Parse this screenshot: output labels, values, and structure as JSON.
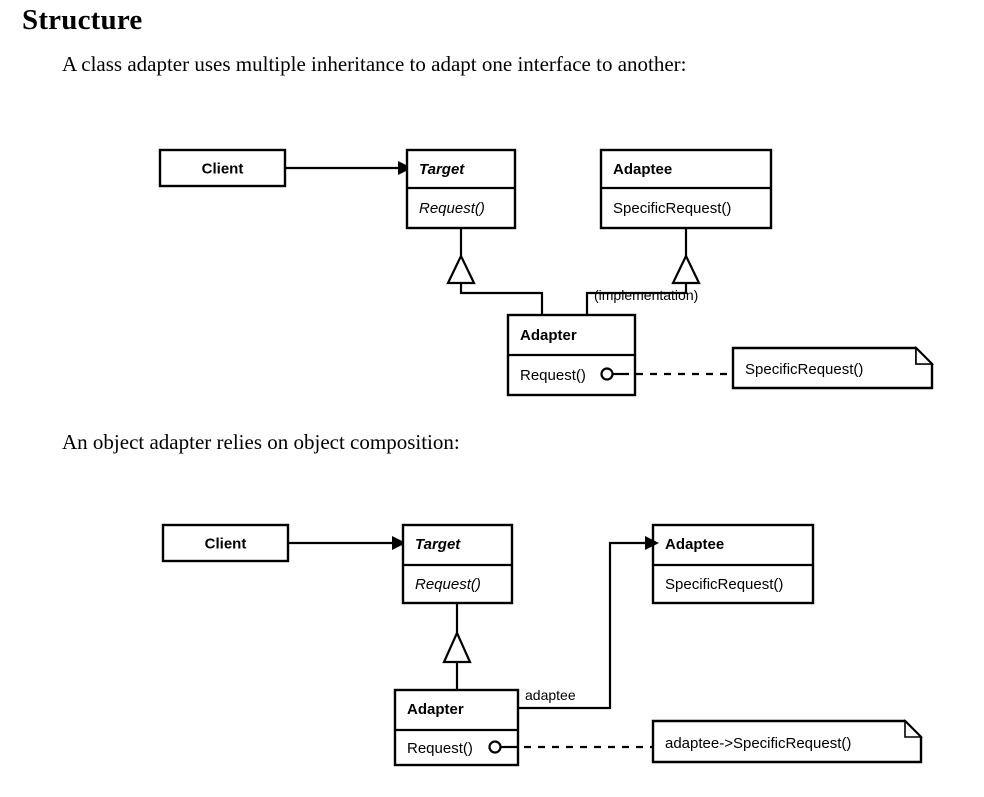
{
  "page": {
    "heading": "Structure",
    "paragraph_class_adapter": "A class adapter uses multiple inheritance to adapt one interface to another:",
    "paragraph_object_adapter": "An object adapter relies on object composition:"
  },
  "diagrams": [
    {
      "id": "class-adapter",
      "caption": "A class adapter uses multiple inheritance to adapt one interface to another:",
      "classes": [
        {
          "id": "client",
          "name": "Client",
          "abstract": false,
          "operations": []
        },
        {
          "id": "target",
          "name": "Target",
          "abstract": true,
          "operations": [
            "Request()"
          ]
        },
        {
          "id": "adaptee",
          "name": "Adaptee",
          "abstract": false,
          "operations": [
            "SpecificRequest()"
          ]
        },
        {
          "id": "adapter",
          "name": "Adapter",
          "abstract": false,
          "operations": [
            "Request()"
          ]
        }
      ],
      "labels": {
        "implementation": "(implementation)"
      },
      "note": {
        "text": "SpecificRequest()",
        "attached_to": "adapter.Request()"
      },
      "relations": [
        {
          "type": "association",
          "from": "Client",
          "to": "Target"
        },
        {
          "type": "inheritance",
          "from": "Adapter",
          "to": "Target"
        },
        {
          "type": "inheritance",
          "from": "Adapter",
          "to": "Adaptee",
          "label": "(implementation)"
        }
      ]
    },
    {
      "id": "object-adapter",
      "caption": "An object adapter relies on object composition:",
      "classes": [
        {
          "id": "client",
          "name": "Client",
          "abstract": false,
          "operations": []
        },
        {
          "id": "target",
          "name": "Target",
          "abstract": true,
          "operations": [
            "Request()"
          ]
        },
        {
          "id": "adaptee",
          "name": "Adaptee",
          "abstract": false,
          "operations": [
            "SpecificRequest()"
          ]
        },
        {
          "id": "adapter",
          "name": "Adapter",
          "abstract": false,
          "operations": [
            "Request()"
          ]
        }
      ],
      "labels": {
        "adaptee_role": "adaptee"
      },
      "note": {
        "text": "adaptee->SpecificRequest()",
        "attached_to": "adapter.Request()"
      },
      "relations": [
        {
          "type": "association",
          "from": "Client",
          "to": "Target"
        },
        {
          "type": "inheritance",
          "from": "Adapter",
          "to": "Target"
        },
        {
          "type": "association",
          "from": "Adapter",
          "to": "Adaptee",
          "label": "adaptee"
        }
      ]
    }
  ],
  "colors": {
    "ink": "#000000",
    "paper": "#ffffff"
  }
}
